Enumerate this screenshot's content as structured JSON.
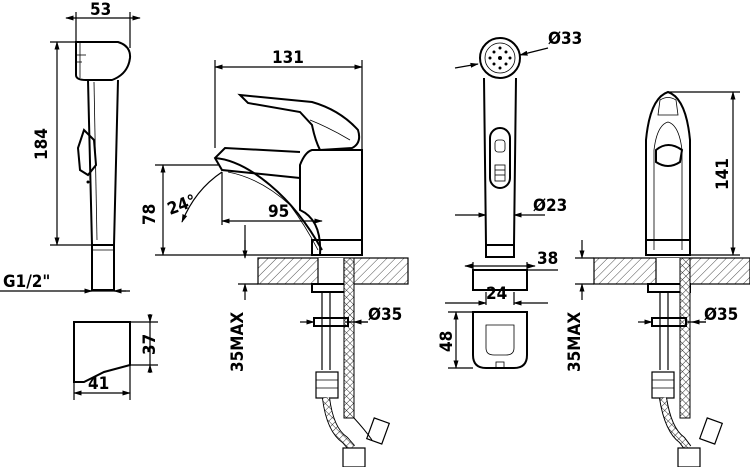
{
  "dimensions": {
    "handshower_width": "53",
    "handshower_height": "184",
    "thread": "G1/2\"",
    "bracket_height": "37",
    "bracket_width": "41",
    "faucet_reach": "131",
    "faucet_spout_height": "78",
    "faucet_spout_angle": "24°",
    "faucet_spout_length": "95",
    "faucet_max_thickness": "35MAX",
    "faucet_hole_diameter": "Ø35",
    "spray_head_diameter": "Ø33",
    "handle_diameter": "Ø23",
    "holder_width": "38",
    "holder_inner_width": "24",
    "holder_height": "48",
    "side_height": "141",
    "side_max_thickness": "35MAX",
    "side_hole_diameter": "Ø35"
  }
}
